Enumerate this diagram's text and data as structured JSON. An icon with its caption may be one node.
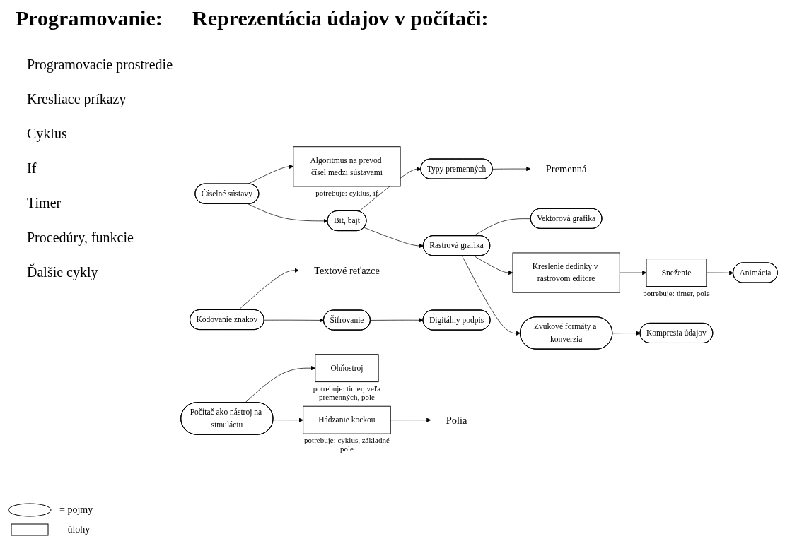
{
  "diagram": {
    "nodes": [
      {
        "text": [
          "Premenná"
        ]
      },
      {
        "text": [
          "Textové reťazce"
        ]
      },
      {
        "text": [
          "Polia"
        ]
      },
      {
        "text": [
          "Algoritmus na prevod čísel medzi sústavami"
        ],
        "beside": [
          "potrebuje: cyklus, if"
        ]
      },
      {
        "text": [
          "Číselné sústavy"
        ]
      },
      {
        "text": [
          "Bit, bajt"
        ]
      },
      {
        "text": [
          "Typy premenných"
        ]
      },
      {
        "text": [
          "Rastrová grafika"
        ]
      },
      {
        "text": [
          "Vektorová grafika"
        ]
      },
      {
        "text": [
          "Animácia"
        ]
      },
      {
        "text": [
          "Sneženie"
        ],
        "beside": [
          "potrebuje: timer, pole"
        ]
      },
      {
        "text": [
          "Kreslenie dedinky v rastrovom editore"
        ]
      },
      {
        "text": [
          "Zvukové formáty a konverzia"
        ]
      },
      {
        "text": [
          "Kompresia údajov"
        ]
      },
      {
        "text": [
          "Kódovanie znakov"
        ]
      },
      {
        "text": [
          "Šifrovanie"
        ]
      },
      {
        "text": [
          "Digitálny podpis"
        ]
      },
      {
        "text": [
          "Počítač ako nástroj na simuláciu"
        ]
      },
      {
        "text": [
          "Ohňostroj"
        ],
        "beside": [
          "potrebuje: timer, veľa premenných, pole"
        ]
      },
      {
        "text": [
          "Hádzanie kockou"
        ],
        "beside": [
          "potrebuje: cyklus, základné pole"
        ]
      }
    ],
    "edges": [
      {
        "from": 4,
        "to": 3,
        "arrow": "to"
      },
      {
        "from": 4,
        "to": 5,
        "arrow": "to"
      },
      {
        "from": 5,
        "to": 6,
        "arrow": "to"
      },
      {
        "from": 6,
        "to": 0,
        "arrow": "to"
      },
      {
        "from": 5,
        "to": 7,
        "arrow": "to"
      },
      {
        "from": 7,
        "to": 8,
        "arrow": "none"
      },
      {
        "from": 7,
        "to": 11,
        "arrow": "to"
      },
      {
        "from": 7,
        "to": 12,
        "arrow": "to"
      },
      {
        "from": 12,
        "to": 13,
        "arrow": "to"
      },
      {
        "from": 11,
        "to": 10,
        "arrow": "to"
      },
      {
        "from": 10,
        "to": 9,
        "arrow": "to"
      },
      {
        "from": 14,
        "to": 1,
        "arrow": "to"
      },
      {
        "from": 14,
        "to": 15,
        "arrow": "to"
      },
      {
        "from": 15,
        "to": 16,
        "arrow": "to"
      },
      {
        "from": 17,
        "to": 18,
        "arrow": "to"
      },
      {
        "from": 17,
        "to": 19,
        "arrow": "to"
      },
      {
        "from": 19,
        "to": 2,
        "arrow": "to"
      }
    ],
    "labels": [
      "Programovanie:",
      "Reprezentácia údajov v počítači:",
      "Programovacie prostredie",
      "Kresliace príkazy",
      "Cyklus",
      "If",
      "Timer",
      "Procedúry, funkcie",
      "Ďalšie cykly"
    ],
    "legend": [
      {
        "text": "= pojmy"
      },
      {
        "text": "= úlohy"
      }
    ]
  }
}
